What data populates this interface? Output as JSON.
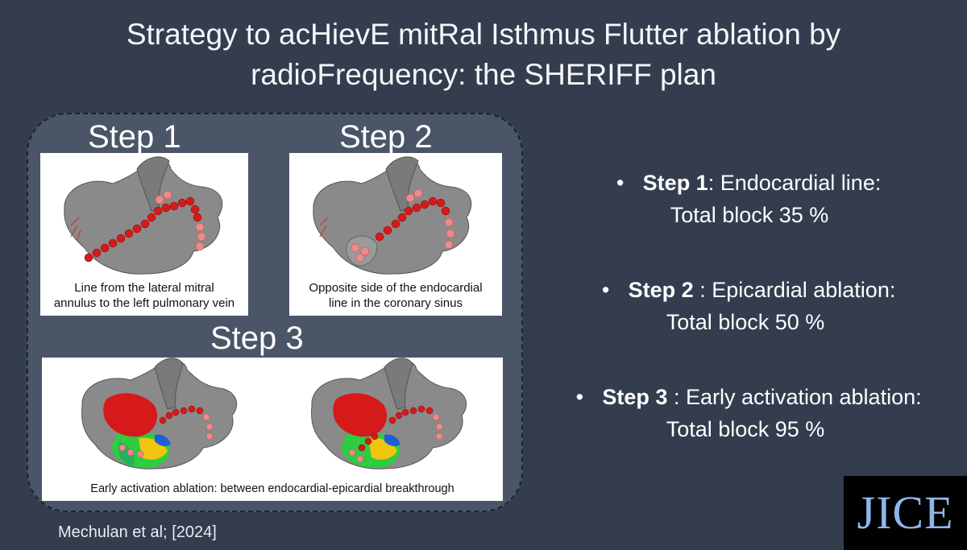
{
  "title": {
    "line1": "Strategy to acHievE mitRal Isthmus Flutter ablation by",
    "line2": "radioFrequency: the SHERIFF plan"
  },
  "panel": {
    "step1": {
      "label": "Step 1",
      "caption_line1": "Line from the lateral mitral",
      "caption_line2": "annulus to the left pulmonary vein"
    },
    "step2": {
      "label": "Step 2",
      "caption_line1": "Opposite side of the endocardial",
      "caption_line2": "line in the coronary sinus"
    },
    "step3": {
      "label": "Step 3",
      "caption": "Early activation ablation: between endocardial-epicardial breakthrough"
    }
  },
  "bullets": [
    {
      "step": "Step 1",
      "desc": ": Endocardial line:",
      "result": "Total block 35 %"
    },
    {
      "step": "Step 2",
      "desc": " : Epicardial ablation:",
      "result": "Total block 50 %"
    },
    {
      "step": "Step 3",
      "desc": " : Early activation ablation:",
      "result": "Total block 95 %"
    }
  ],
  "citation": "Mechulan et al; [2024]",
  "logo": "JICE",
  "colors": {
    "background": "#333d4e",
    "panel": "#4a5567",
    "lesion_red": "#d61a1a",
    "lesion_pink": "#f08a8a",
    "logo_text": "#8fb6ea"
  }
}
